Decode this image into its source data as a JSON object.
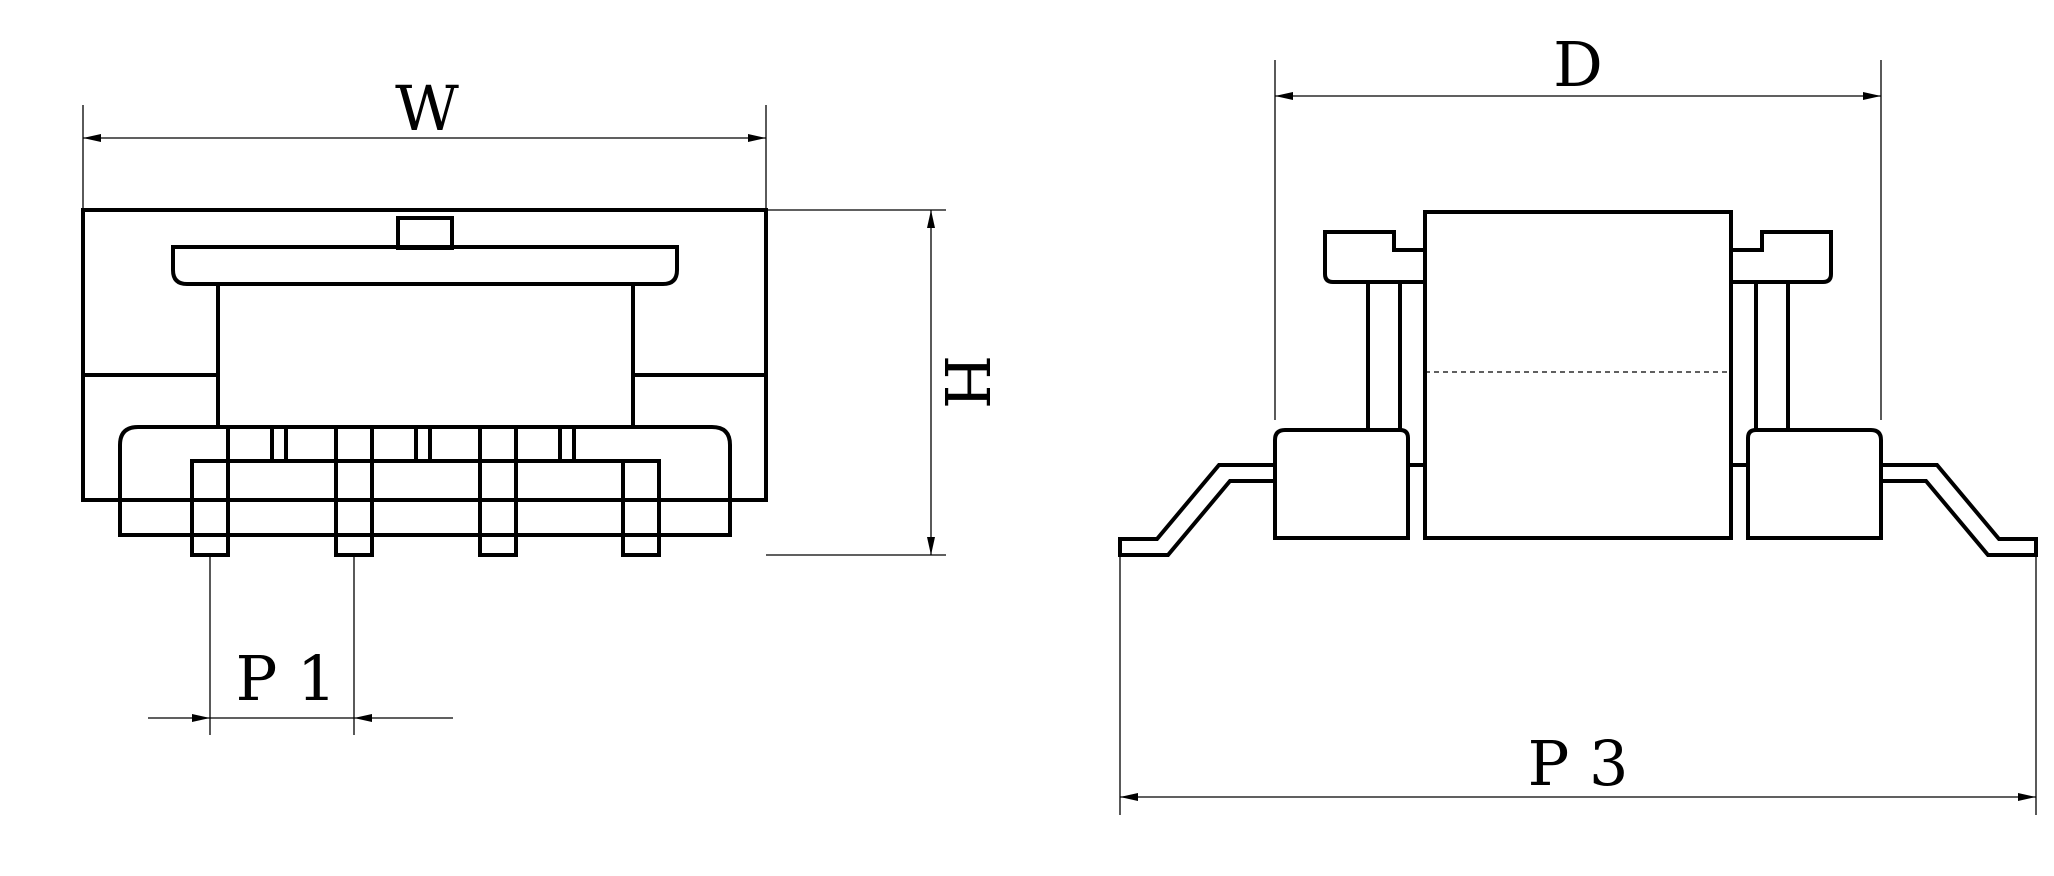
{
  "dimensions": {
    "width": "W",
    "height": "H",
    "depth": "D",
    "pitch_1": "P 1",
    "pitch_3": "P 3"
  },
  "colors": {
    "line": "#000000",
    "background": "#ffffff"
  }
}
